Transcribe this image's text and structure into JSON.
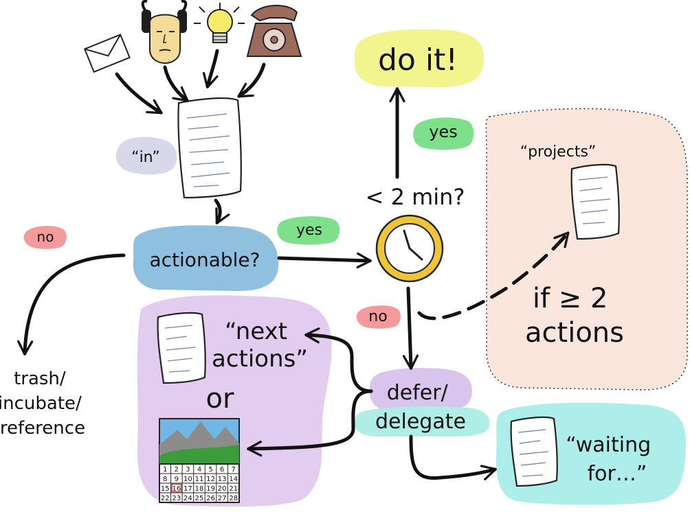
{
  "inputs": {
    "icons": [
      "envelope-icon",
      "person-icon",
      "lightbulb-icon",
      "telephone-icon"
    ]
  },
  "inbox": {
    "label": "“in”"
  },
  "decision_actionable": {
    "label": "actionable?"
  },
  "decision_two_minutes": {
    "label": "< 2 min?"
  },
  "edges": {
    "actionable_no": "no",
    "actionable_yes": "yes",
    "two_min_yes": "yes",
    "two_min_no": "no"
  },
  "outcomes": {
    "trash": {
      "lines": [
        "trash/",
        "incubate/",
        "reference"
      ]
    },
    "do_it": {
      "label": "do it!"
    },
    "projects": {
      "title": "“projects”",
      "condition_lines": [
        "if ≥ 2",
        "actions"
      ]
    },
    "defer": {
      "lines": [
        "defer/",
        "delegate"
      ]
    },
    "next_actions": {
      "lines": [
        "“next",
        "actions”"
      ],
      "or": "or"
    },
    "waiting_for": {
      "lines": [
        "“waiting",
        "for…”"
      ]
    }
  },
  "calendar": {
    "rows": [
      [
        "1",
        "2",
        "3",
        "4",
        "5",
        "6",
        "7"
      ],
      [
        "8",
        "9",
        "10",
        "11",
        "12",
        "13",
        "14"
      ],
      [
        "15",
        "16",
        "17",
        "18",
        "19",
        "20",
        "21"
      ],
      [
        "22",
        "23",
        "24",
        "25",
        "26",
        "27",
        "28"
      ]
    ],
    "marked_day": "16"
  },
  "colors": {
    "inbox_blob": "#d8d8ea",
    "actionable_blob": "#8fc0e0",
    "yes_blob": "#7ee08a",
    "no_blob": "#f49a9a",
    "doit_blob": "#f2f48e",
    "projects_blob": "#fae6dc",
    "defer_blob": "#d8c4ec",
    "delegate_blob": "#aeeee6",
    "next_actions_blob": "#e2ccf0",
    "waiting_blob": "#aeeeea",
    "clock": "#f0c437"
  }
}
